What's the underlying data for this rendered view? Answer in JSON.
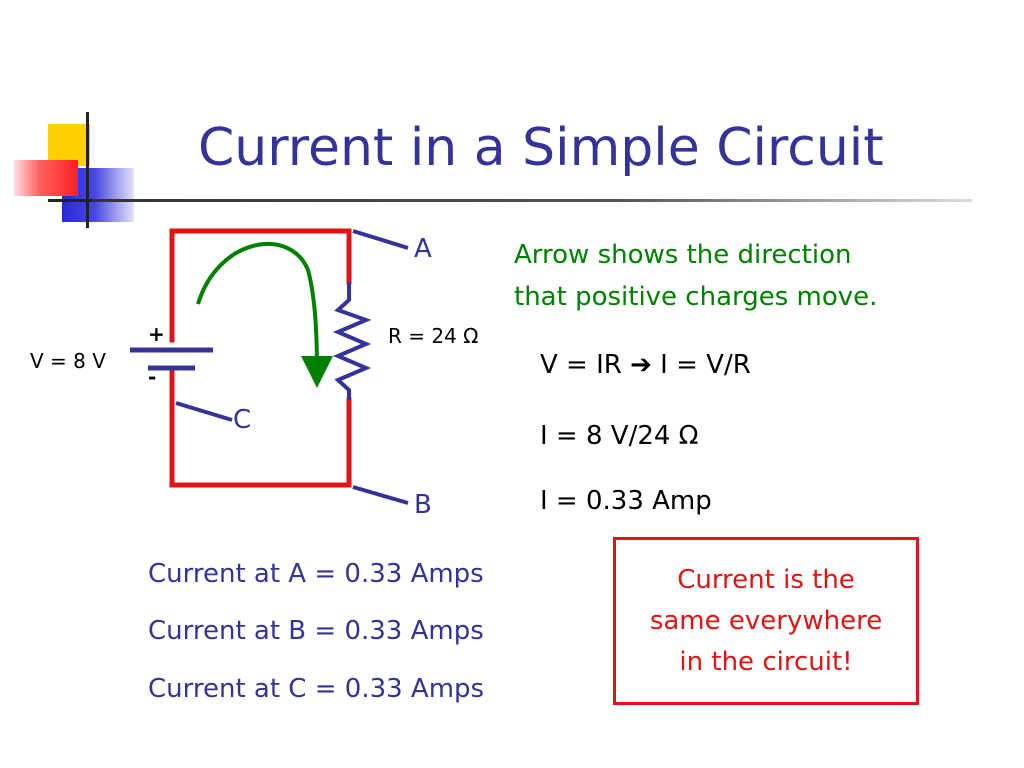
{
  "slide": {
    "title": "Current in a Simple Circuit",
    "circuit": {
      "battery_label": "V = 8 V",
      "plus": "+",
      "minus": "-",
      "resistor_label": "R = 24 Ω",
      "point_a": "A",
      "point_b": "B",
      "point_c": "C"
    },
    "note": {
      "line1": "Arrow shows the direction",
      "line2": "that positive charges move."
    },
    "equations": {
      "ohm_left": "V = IR",
      "ohm_arrow": "➔",
      "ohm_right": "I = V/R",
      "substitution": "I = 8 V/24 Ω",
      "result": "I = 0.33 Amp"
    },
    "currents": [
      "Current at A = 0.33 Amps",
      "Current at B = 0.33 Amps",
      "Current at C = 0.33 Amps"
    ],
    "callout": {
      "line1": "Current is the",
      "line2": "same everywhere",
      "line3": "in the circuit!"
    },
    "colors": {
      "title": "#333399",
      "wire": "#e11414",
      "component": "#333399",
      "flow_arrow": "#008000",
      "callout": "#e11414"
    }
  }
}
